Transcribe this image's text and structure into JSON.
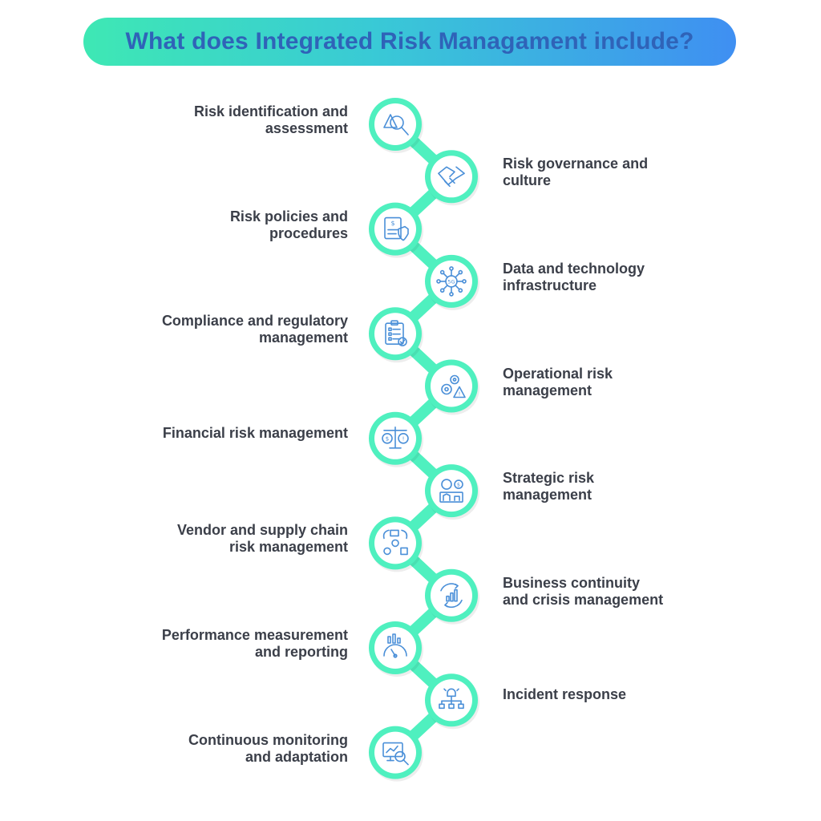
{
  "title": "What does Integrated Risk Managament include?",
  "colors": {
    "ring": "#4ff0bf",
    "ring_dark": "#2fd8a5",
    "icon_stroke": "#4a8fd8",
    "title_text": "#2f63b8",
    "label_text": "#3b3f49"
  },
  "steps": [
    {
      "line1": "Risk identification and",
      "line2": "assessment",
      "icon": "warning-magnifier-icon",
      "side": "left"
    },
    {
      "line1": "Risk governance and",
      "line2": "culture",
      "icon": "handshake-icon",
      "side": "right"
    },
    {
      "line1": "Risk policies and",
      "line2": "procedures",
      "icon": "policy-document-shield-icon",
      "side": "left"
    },
    {
      "line1": "Data and technology",
      "line2": "infrastructure",
      "icon": "network-5g-icon",
      "side": "right"
    },
    {
      "line1": "Compliance and regulatory",
      "line2": "management",
      "icon": "checklist-clipboard-icon",
      "side": "left"
    },
    {
      "line1": "Operational risk",
      "line2": "management",
      "icon": "gears-warning-icon",
      "side": "right"
    },
    {
      "line1": "Financial risk management",
      "line2": "",
      "icon": "balance-scale-icon",
      "side": "left"
    },
    {
      "line1": "Strategic risk",
      "line2": "management",
      "icon": "strategy-chess-icon",
      "side": "right"
    },
    {
      "line1": "Vendor and supply chain",
      "line2": "risk management",
      "icon": "supply-chain-cycle-icon",
      "side": "left"
    },
    {
      "line1": "Business continuity",
      "line2": "and crisis management",
      "icon": "growth-chart-cycle-icon",
      "side": "right"
    },
    {
      "line1": "Performance measurement",
      "line2": "and reporting",
      "icon": "gauge-chart-icon",
      "side": "left"
    },
    {
      "line1": "Incident response",
      "line2": "",
      "icon": "alarm-hierarchy-icon",
      "side": "right"
    },
    {
      "line1": "Continuous monitoring",
      "line2": "and adaptation",
      "icon": "monitor-magnifier-icon",
      "side": "left"
    }
  ]
}
